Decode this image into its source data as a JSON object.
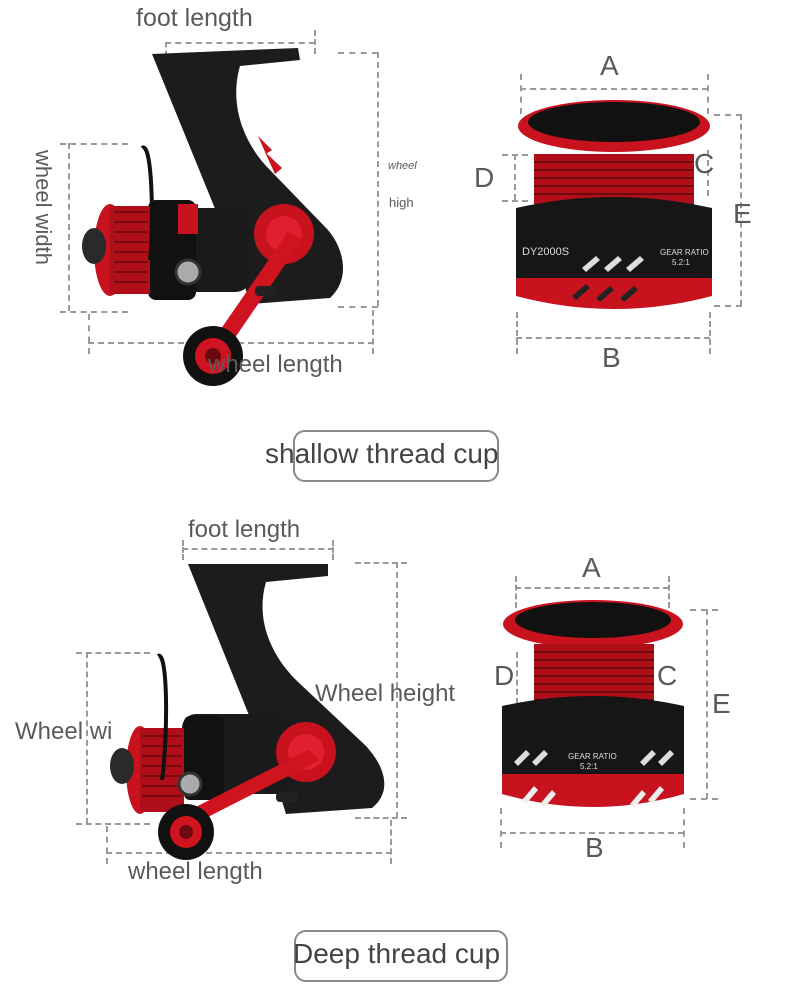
{
  "top": {
    "foot_length": "foot length",
    "wheel_width": "wheel width",
    "wheel_small": "wheel",
    "high_small": "high",
    "wheel_length": "wheel length",
    "spool_model": "DY2000S",
    "gear_ratio_label": "GEAR RATIO",
    "gear_ratio_value": "5.2:1",
    "caption": "shallow thread cup"
  },
  "bottom": {
    "foot_length": "foot length",
    "wheel_width": "Wheel wi",
    "wheel_height": "Wheel height",
    "wheel_length": "wheel length",
    "gear_ratio_label": "GEAR RATIO",
    "gear_ratio_value": "5.2:1",
    "caption": "Deep thread cup"
  },
  "letters": {
    "a": "A",
    "b": "B",
    "c": "C",
    "d": "D",
    "e": "E"
  },
  "colors": {
    "reel_black": "#1c1c1c",
    "reel_red": "#c8121e",
    "dim_line": "#9a9a9a"
  }
}
